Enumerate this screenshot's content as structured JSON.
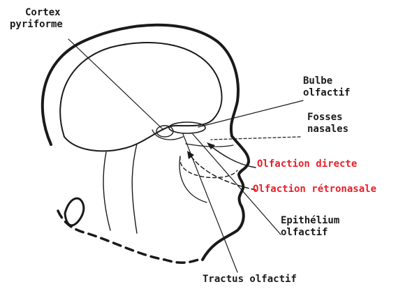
{
  "labels": {
    "cortex_pyriforme": {
      "line1": "Cortex",
      "line2": "pyriforme"
    },
    "bulbe_olfactif": {
      "line1": "Bulbe",
      "line2": "olfactif"
    },
    "fosses_nasales": {
      "line1": "Fosses",
      "line2": "nasales"
    },
    "olfaction_directe": "Olfaction directe",
    "olfaction_retronasale": "Olfaction rétronasale",
    "epithelium_olfactif": {
      "line1": "Epithélium",
      "line2": "olfactif"
    },
    "tractus_olfactif": "Tractus olfactif"
  },
  "colors": {
    "ink": "#1a1a1a",
    "highlight_text": "#e8202a",
    "background": "#ffffff"
  }
}
